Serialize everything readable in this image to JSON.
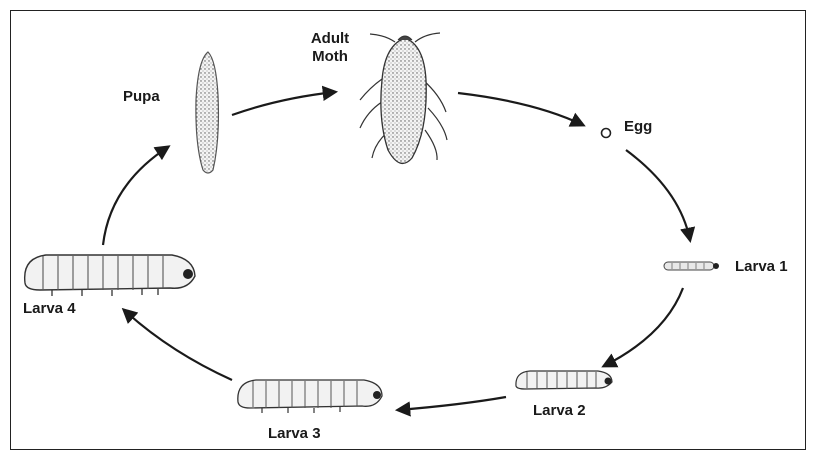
{
  "labels": {
    "adult_line1": "Adult",
    "adult_line2": "Moth",
    "egg": "Egg",
    "pupa": "Pupa",
    "larva1": "Larva 1",
    "larva2": "Larva 2",
    "larva3": "Larva 3",
    "larva4": "Larva 4"
  }
}
